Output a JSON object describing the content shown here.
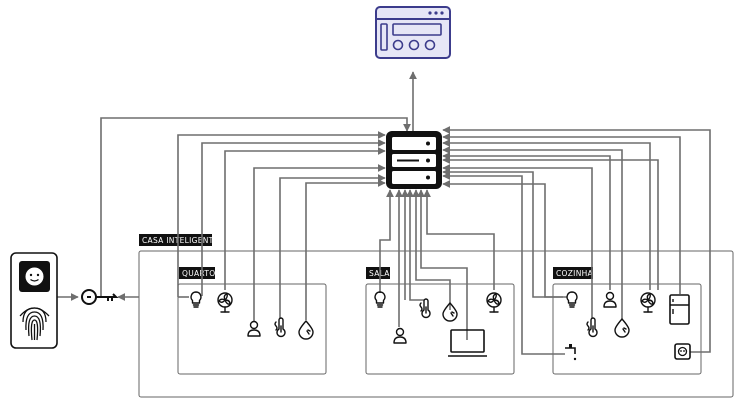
{
  "diagram": {
    "house_label": "CASA INTELIGENTE",
    "rooms": [
      {
        "id": "quarto",
        "label": "QUARTO"
      },
      {
        "id": "sala",
        "label": "SALA"
      },
      {
        "id": "cozinha",
        "label": "COZINHA"
      }
    ],
    "icons": {
      "dashboard": "dashboard-window-icon",
      "server": "server-rack-icon",
      "face_id": "face-id-icon",
      "fingerprint": "fingerprint-icon",
      "key": "key-icon",
      "bulb": "light-bulb-icon",
      "fan": "fan-icon",
      "person": "person-icon",
      "thermometer": "thermometer-icon",
      "humidity": "humidity-drop-icon",
      "tv": "television-icon",
      "fridge": "refrigerator-icon",
      "faucet": "faucet-icon",
      "outlet": "power-outlet-icon"
    },
    "colors": {
      "accent": "#3c3c8c",
      "accent_bg": "#e6e6f6",
      "wire": "#6e6e6e",
      "label_bg": "#111111"
    }
  }
}
